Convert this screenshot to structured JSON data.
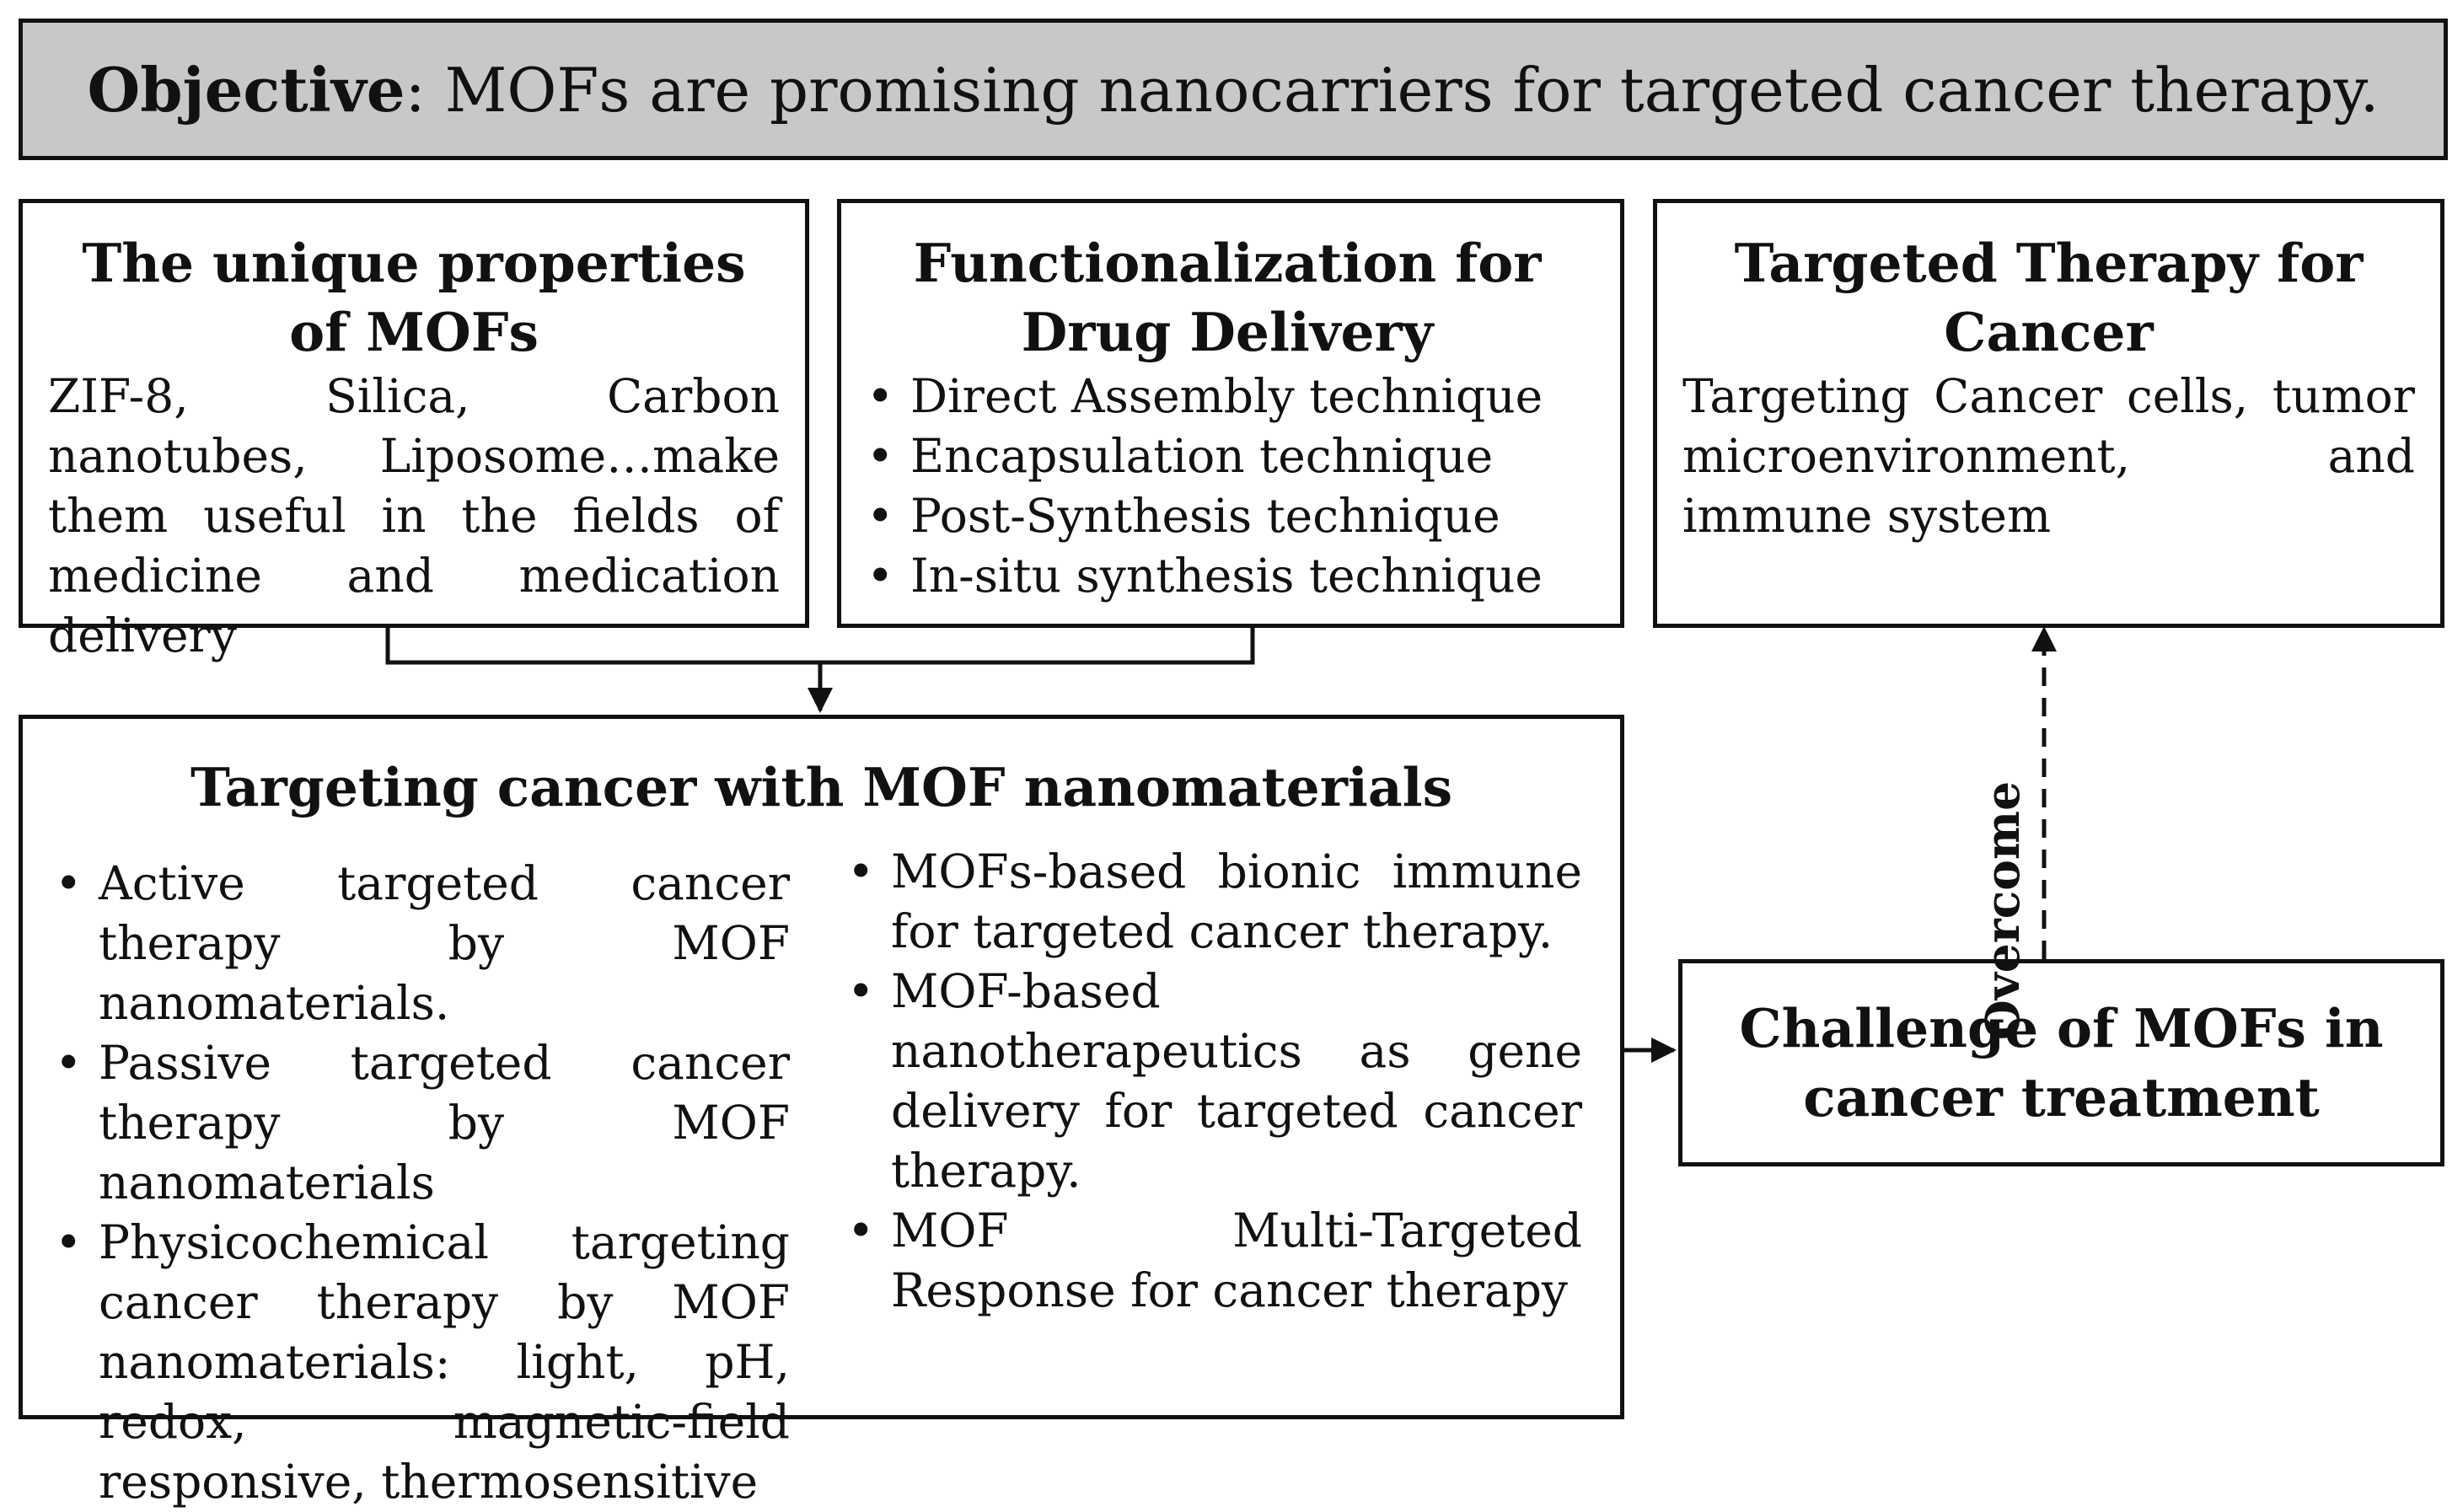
{
  "objective": {
    "label": "Objective",
    "text": ": MOFs are promising nanocarriers for targeted cancer therapy."
  },
  "properties": {
    "title": "The unique properties of MOFs",
    "body": "ZIF-8, Silica, Carbon nanotubes, Liposome…make them useful in the fields of medicine and medication delivery"
  },
  "functionalization": {
    "title": "Functionalization for Drug Delivery",
    "items": [
      "Direct Assembly technique",
      "Encapsulation technique",
      "Post-Synthesis technique",
      "In-situ synthesis technique"
    ]
  },
  "targeted_therapy": {
    "title": "Targeted Therapy for Cancer",
    "body": "Targeting Cancer cells, tumor microenvironment, and immune system"
  },
  "targeting": {
    "title": "Targeting cancer with MOF nanomaterials",
    "left_items": [
      "Active targeted cancer therapy by MOF nanomaterials.",
      "Passive targeted cancer therapy by MOF nanomaterials",
      "Physicochemical targeting cancer therapy by MOF nanomaterials: light, pH, redox, magnetic-field responsive, thermosensitive"
    ],
    "right_items": [
      "MOFs-based bionic immune for targeted cancer therapy.",
      "MOF-based nanotherapeutics as gene delivery for targeted cancer therapy.",
      "MOF Multi-Targeted Response for cancer therapy"
    ]
  },
  "challenge": {
    "title": "Challenge of MOFs in cancer treatment"
  },
  "overcome_label": "Overcome"
}
